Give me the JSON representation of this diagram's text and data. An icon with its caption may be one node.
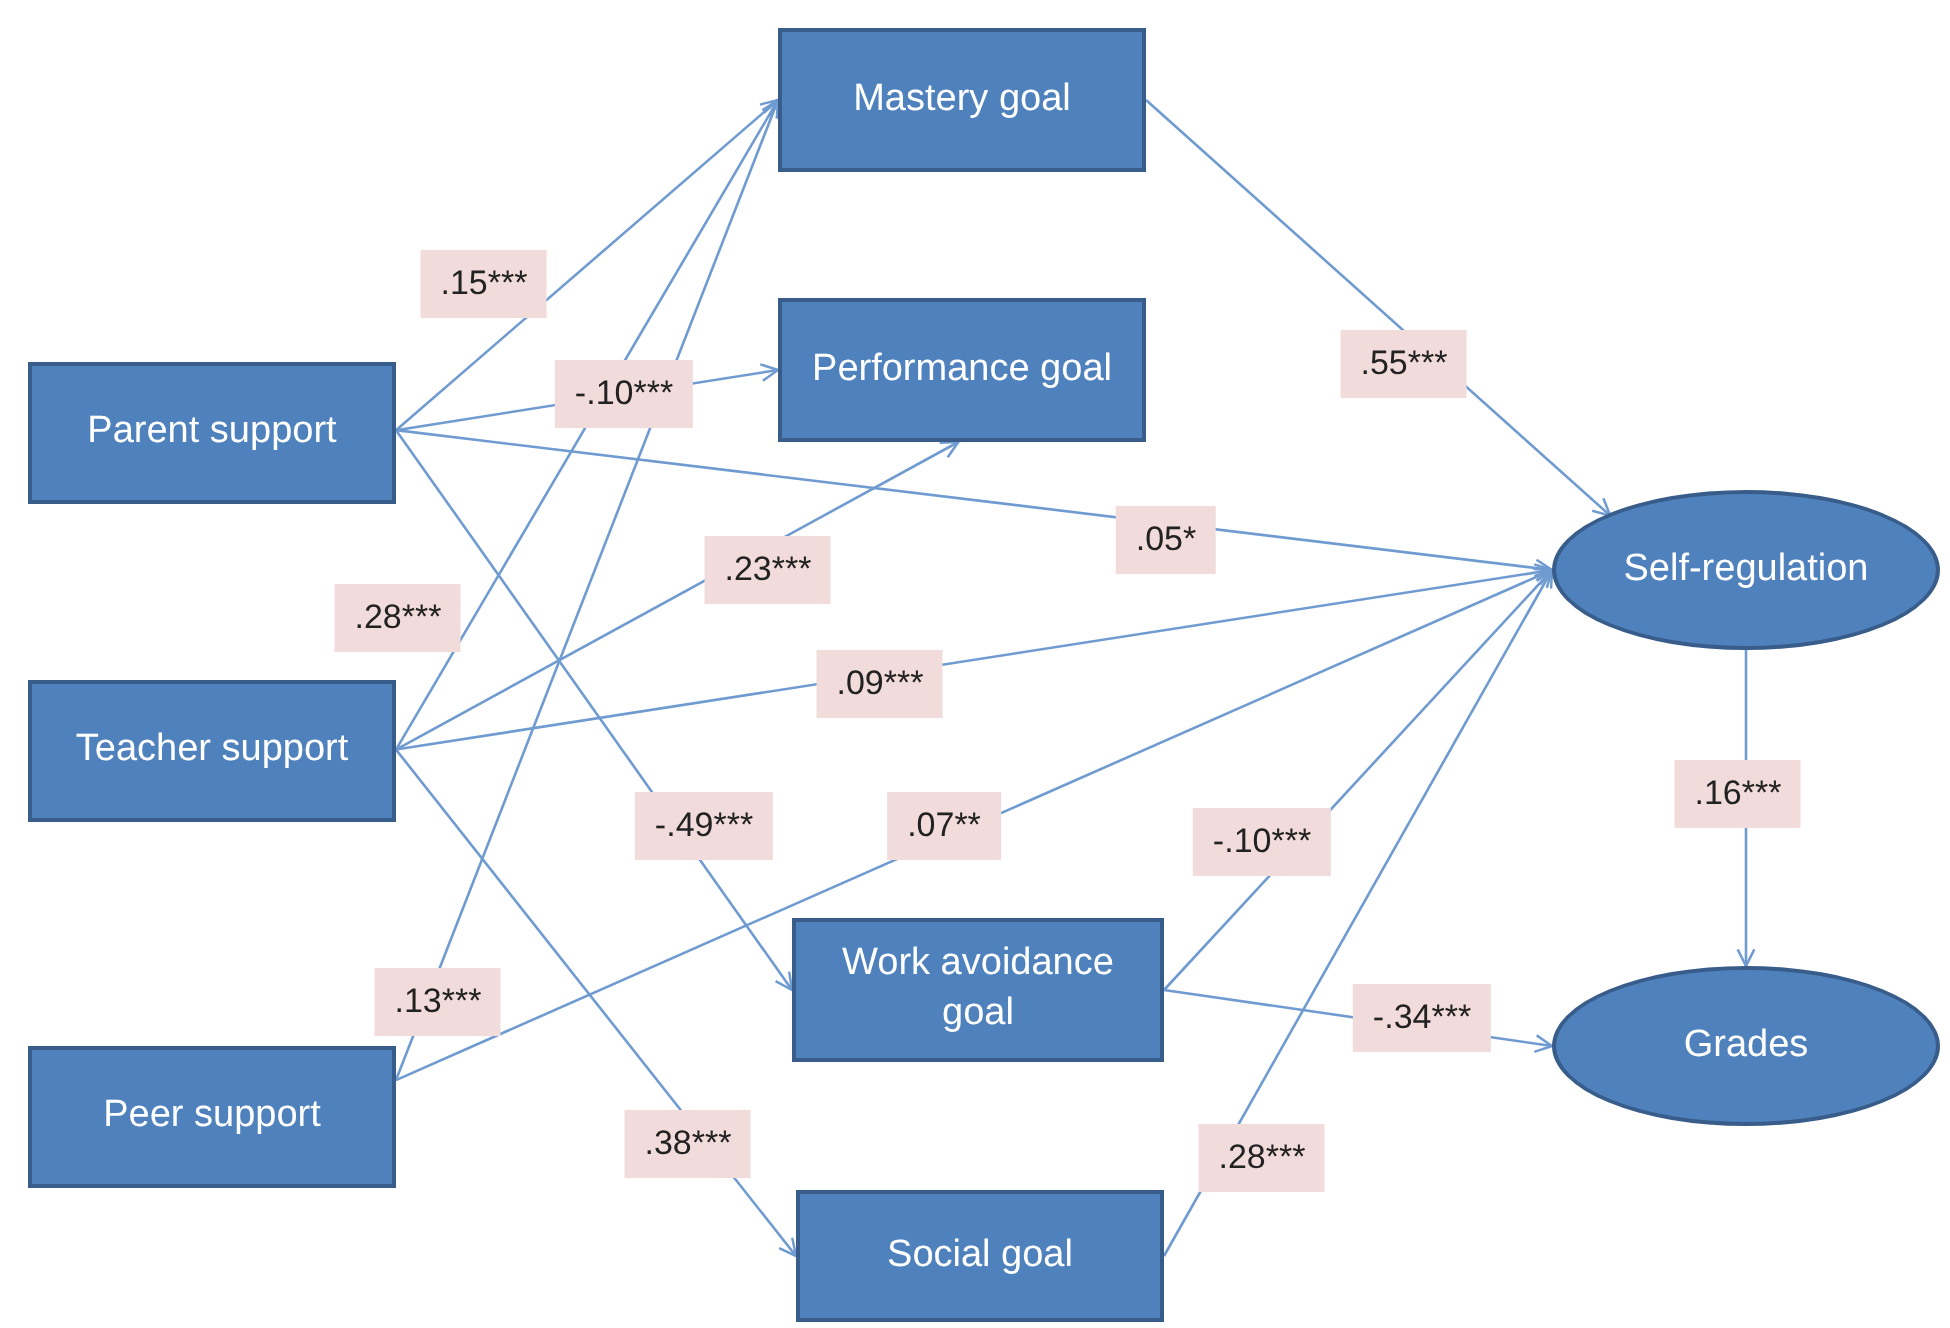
{
  "diagram": {
    "nodes": [
      {
        "text": [
          "Parent support"
        ]
      },
      {
        "text": [
          "Teacher support"
        ]
      },
      {
        "text": [
          "Peer support"
        ]
      },
      {
        "text": [
          "Mastery goal"
        ]
      },
      {
        "text": [
          "Performance goal"
        ]
      },
      {
        "text": [
          "Work avoidance goal"
        ]
      },
      {
        "text": [
          "Social goal"
        ]
      },
      {
        "text": [
          "Self-regulation"
        ]
      },
      {
        "text": [
          "Grades"
        ]
      }
    ],
    "edges": [
      {
        "from": 0,
        "to": 3,
        "arrow": "to",
        "label": ".15***"
      },
      {
        "from": 0,
        "to": 4,
        "arrow": "to",
        "label": "-.10***"
      },
      {
        "from": 0,
        "to": 7,
        "arrow": "to",
        "label": ".05*"
      },
      {
        "from": 0,
        "to": 5,
        "arrow": "to",
        "label": "-.49***"
      },
      {
        "from": 1,
        "to": 3,
        "arrow": "to",
        "label": ".28***"
      },
      {
        "from": 1,
        "to": 4,
        "arrow": "to",
        "label": ".23***"
      },
      {
        "from": 1,
        "to": 7,
        "arrow": "to",
        "label": ".09***"
      },
      {
        "from": 1,
        "to": 6,
        "arrow": "to",
        "label": ".38***"
      },
      {
        "from": 2,
        "to": 3,
        "arrow": "to",
        "label": ".13***"
      },
      {
        "from": 2,
        "to": 7,
        "arrow": "to",
        "label": ".07**"
      },
      {
        "from": 3,
        "to": 7,
        "arrow": "to",
        "label": ".55***"
      },
      {
        "from": 5,
        "to": 7,
        "arrow": "to",
        "label": "-.10***"
      },
      {
        "from": 5,
        "to": 8,
        "arrow": "to",
        "label": "-.34***"
      },
      {
        "from": 6,
        "to": 7,
        "arrow": "to",
        "label": ".28***"
      },
      {
        "from": 7,
        "to": 8,
        "arrow": "to",
        "label": ".16***"
      }
    ]
  }
}
